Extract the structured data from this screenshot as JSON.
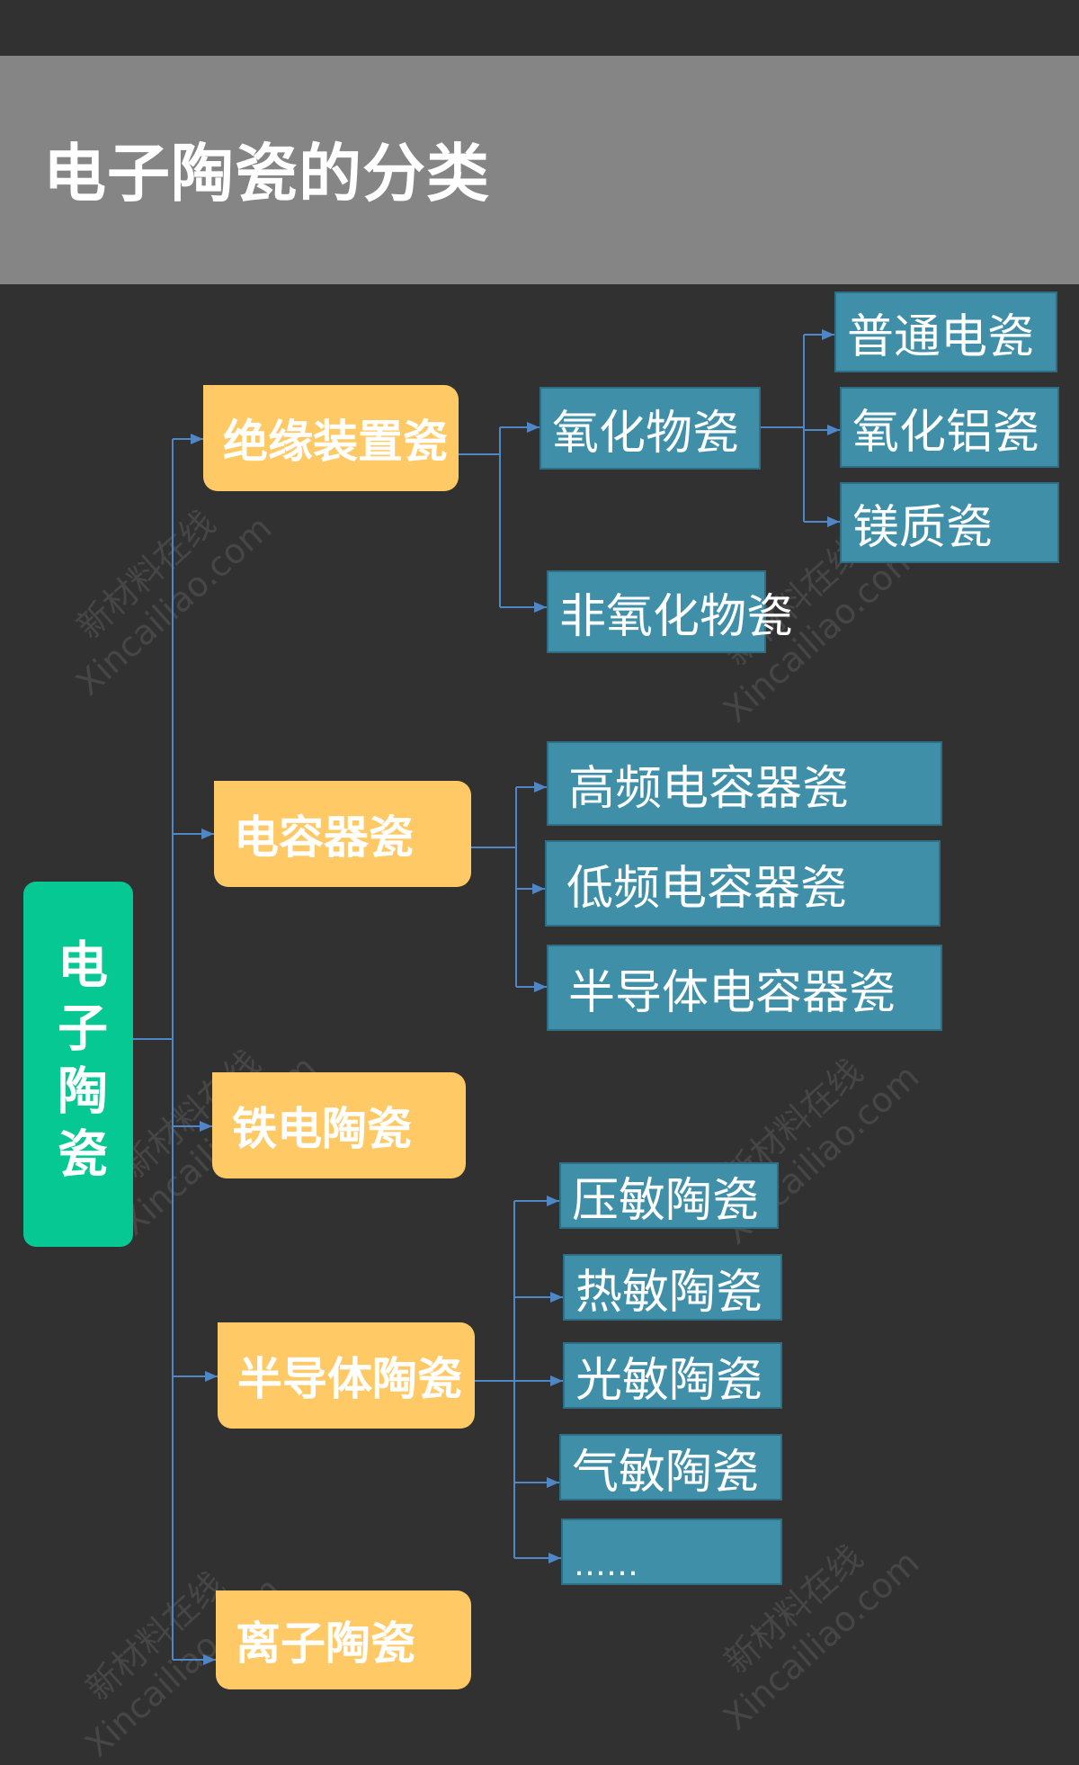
{
  "title": "电子陶瓷的分类",
  "root": "电子陶瓷",
  "categories": [
    {
      "label": "绝缘装置瓷"
    },
    {
      "label": "电容器瓷"
    },
    {
      "label": "铁电陶瓷"
    },
    {
      "label": "半导体陶瓷"
    },
    {
      "label": "离子陶瓷"
    }
  ],
  "insulation": {
    "oxide": "氧化物瓷",
    "non_oxide": "非氧化物瓷",
    "oxide_children": [
      "普通电瓷",
      "氧化铝瓷",
      "镁质瓷"
    ]
  },
  "capacitor_children": [
    "高频电容器瓷",
    "低频电容器瓷",
    "半导体电容器瓷"
  ],
  "semiconductor_children": [
    "压敏陶瓷",
    "热敏陶瓷",
    "光敏陶瓷",
    "气敏陶瓷",
    "……"
  ],
  "watermark": {
    "line1": "新材料在线",
    "line2": "Xincailiao.com"
  },
  "colors": {
    "background": "#313131",
    "title_band": "#858585",
    "root": "#06c893",
    "category": "#ffc965",
    "leaf": "#3f8fa8",
    "connector": "#4f86c6"
  }
}
